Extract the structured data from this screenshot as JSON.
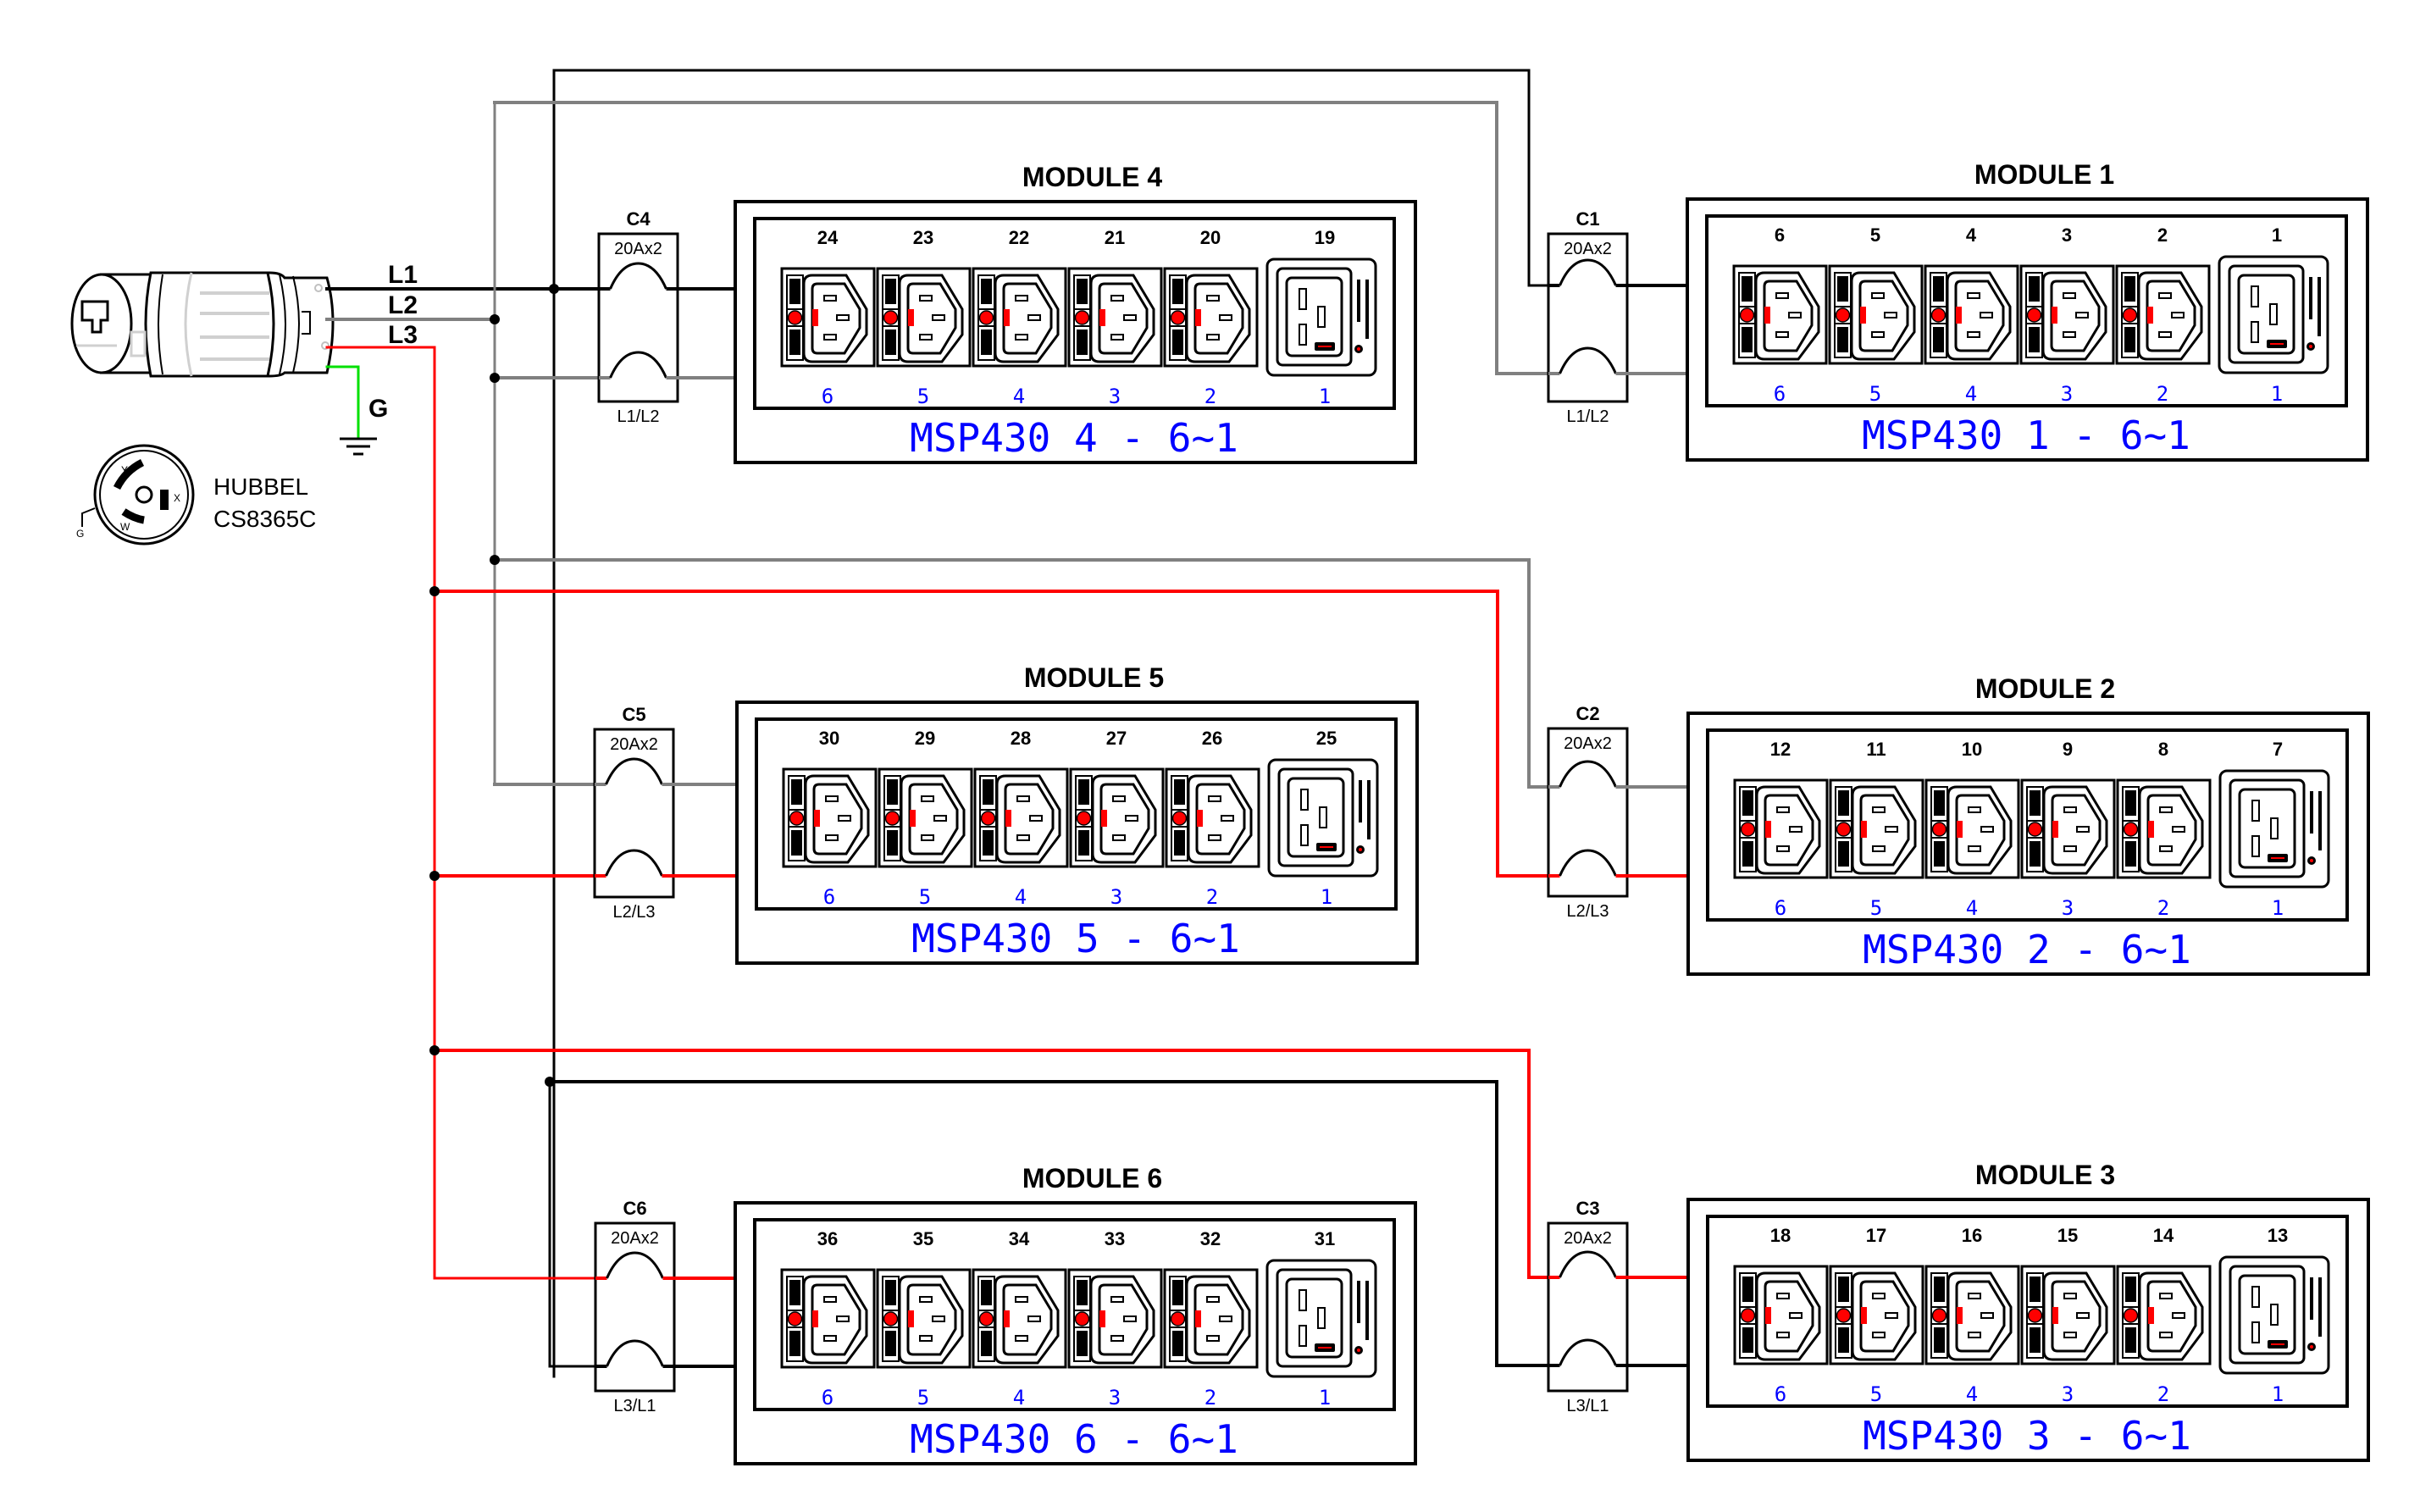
{
  "title": "3-phase power distribution wiring: HUBBEL CS8365C to six MSP430 modules",
  "colors": {
    "L1": "#000000",
    "L2": "#808080",
    "L3": "#ff0000",
    "ground": "#00e000",
    "index_text": "#0000ff",
    "led": "#ff0000"
  },
  "source": {
    "connector_label_line1": "HUBBEL",
    "connector_label_line2": "CS8365C",
    "phase_labels": [
      "L1",
      "L2",
      "L3"
    ],
    "ground_label": "G",
    "receptacle_pin_labels": [
      "Y",
      "X",
      "W",
      "G"
    ]
  },
  "breakers": [
    {
      "id": "C4",
      "rating": "20Ax2",
      "phases": "L1/L2",
      "module": "MODULE 4"
    },
    {
      "id": "C1",
      "rating": "20Ax2",
      "phases": "L1/L2",
      "module": "MODULE 1"
    },
    {
      "id": "C5",
      "rating": "20Ax2",
      "phases": "L2/L3",
      "module": "MODULE 5"
    },
    {
      "id": "C2",
      "rating": "20Ax2",
      "phases": "L2/L3",
      "module": "MODULE 2"
    },
    {
      "id": "C6",
      "rating": "20Ax2",
      "phases": "L3/L1",
      "module": "MODULE 6"
    },
    {
      "id": "C3",
      "rating": "20Ax2",
      "phases": "L3/L1",
      "module": "MODULE 3"
    }
  ],
  "modules": [
    {
      "key": "m4",
      "title": "MODULE 4",
      "outlet_numbers": [
        "24",
        "23",
        "22",
        "21",
        "20",
        "19"
      ],
      "port_indices": [
        "6",
        "5",
        "4",
        "3",
        "2",
        "1"
      ],
      "label": "MSP430 4 - 6~1"
    },
    {
      "key": "m1",
      "title": "MODULE 1",
      "outlet_numbers": [
        "6",
        "5",
        "4",
        "3",
        "2",
        "1"
      ],
      "port_indices": [
        "6",
        "5",
        "4",
        "3",
        "2",
        "1"
      ],
      "label": "MSP430 1 - 6~1"
    },
    {
      "key": "m5",
      "title": "MODULE 5",
      "outlet_numbers": [
        "30",
        "29",
        "28",
        "27",
        "26",
        "25"
      ],
      "port_indices": [
        "6",
        "5",
        "4",
        "3",
        "2",
        "1"
      ],
      "label": "MSP430 5 - 6~1"
    },
    {
      "key": "m2",
      "title": "MODULE 2",
      "outlet_numbers": [
        "12",
        "11",
        "10",
        "9",
        "8",
        "7"
      ],
      "port_indices": [
        "6",
        "5",
        "4",
        "3",
        "2",
        "1"
      ],
      "label": "MSP430 2 - 6~1"
    },
    {
      "key": "m6",
      "title": "MODULE 6",
      "outlet_numbers": [
        "36",
        "35",
        "34",
        "33",
        "32",
        "31"
      ],
      "port_indices": [
        "6",
        "5",
        "4",
        "3",
        "2",
        "1"
      ],
      "label": "MSP430 6 - 6~1"
    },
    {
      "key": "m3",
      "title": "MODULE 3",
      "outlet_numbers": [
        "18",
        "17",
        "16",
        "15",
        "14",
        "13"
      ],
      "port_indices": [
        "6",
        "5",
        "4",
        "3",
        "2",
        "1"
      ],
      "label": "MSP430 3 - 6~1"
    }
  ],
  "outlet_types": [
    "C13",
    "C13",
    "C13",
    "C13",
    "C13",
    "C19"
  ]
}
